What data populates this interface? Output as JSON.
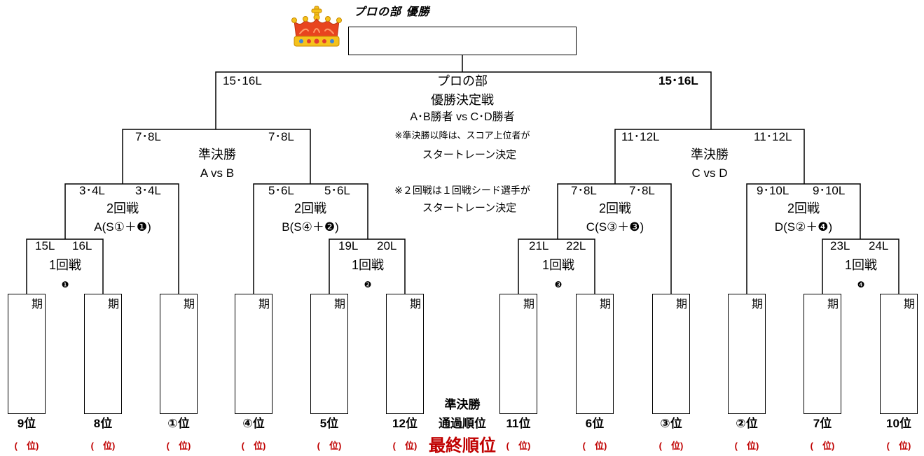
{
  "header": {
    "title": "プロの部 優勝",
    "crown_icon": "crown-icon"
  },
  "final": {
    "left_lane": "15･16L",
    "right_lane": "15･16L",
    "division": "プロの部",
    "title": "優勝決定戦",
    "match": "A･B勝者 vs C･D勝者",
    "note_line1": "※準決勝以降は、スコア上位者が",
    "note_line2": "スタートレーン決定"
  },
  "semifinals": [
    {
      "left_lane": "7･8L",
      "right_lane": "7･8L",
      "title": "準決勝",
      "match": "A vs B"
    },
    {
      "left_lane": "11･12L",
      "right_lane": "11･12L",
      "title": "準決勝",
      "match": "C vs D"
    }
  ],
  "round2_note": {
    "line1": "※２回戦は１回戦シード選手が",
    "line2": "スタートレーン決定"
  },
  "round2": [
    {
      "left_lane": "3･4L",
      "right_lane": "3･4L",
      "title": "2回戦",
      "match": "A(S①＋❶)"
    },
    {
      "left_lane": "5･6L",
      "right_lane": "5･6L",
      "title": "2回戦",
      "match": "B(S④＋❷)"
    },
    {
      "left_lane": "7･8L",
      "right_lane": "7･8L",
      "title": "2回戦",
      "match": "C(S③＋❸)"
    },
    {
      "left_lane": "9･10L",
      "right_lane": "9･10L",
      "title": "2回戦",
      "match": "D(S②＋❹)"
    }
  ],
  "round1": [
    {
      "left_lane": "15L",
      "right_lane": "16L",
      "title": "1回戦",
      "mark": "❶"
    },
    {
      "left_lane": "19L",
      "right_lane": "20L",
      "title": "1回戦",
      "mark": "❷"
    },
    {
      "left_lane": "21L",
      "right_lane": "22L",
      "title": "1回戦",
      "mark": "❸"
    },
    {
      "left_lane": "23L",
      "right_lane": "24L",
      "title": "1回戦",
      "mark": "❹"
    }
  ],
  "slots": [
    {
      "label": "期",
      "seed": "9位",
      "final_rank": "(　位)"
    },
    {
      "label": "期",
      "seed": "8位",
      "final_rank": "(　位)"
    },
    {
      "label": "期",
      "seed": "①位",
      "final_rank": "(　位)"
    },
    {
      "label": "期",
      "seed": "④位",
      "final_rank": "(　位)"
    },
    {
      "label": "期",
      "seed": "5位",
      "final_rank": "(　位)"
    },
    {
      "label": "期",
      "seed": "12位",
      "final_rank": "(　位)"
    },
    {
      "label": "期",
      "seed": "11位",
      "final_rank": "(　位)"
    },
    {
      "label": "期",
      "seed": "6位",
      "final_rank": "(　位)"
    },
    {
      "label": "期",
      "seed": "③位",
      "final_rank": "(　位)"
    },
    {
      "label": "期",
      "seed": "②位",
      "final_rank": "(　位)"
    },
    {
      "label": "期",
      "seed": "7位",
      "final_rank": "(　位)"
    },
    {
      "label": "期",
      "seed": "10位",
      "final_rank": "(　位)"
    }
  ],
  "footer": {
    "seed_caption_line1": "準決勝",
    "seed_caption_line2": "通過順位",
    "final_rank_caption": "最終順位"
  },
  "colors": {
    "line": "#000000",
    "accent_red": "#c00000",
    "crown_red": "#e8441f",
    "crown_gold": "#f5c21b"
  }
}
